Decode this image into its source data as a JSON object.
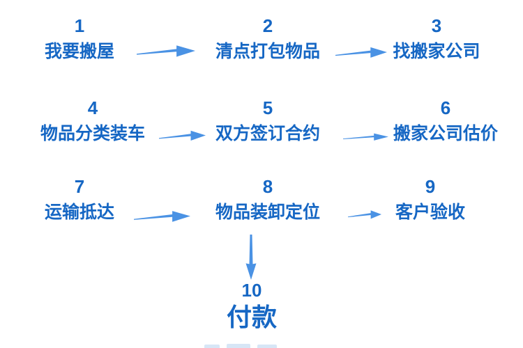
{
  "colors": {
    "background": "#ffffff",
    "text_blue": "#1667C4",
    "arrow_blue": "#4A92E4"
  },
  "flowchart": {
    "title": "",
    "steps": [
      {
        "num": "1",
        "label": "我要搬屋"
      },
      {
        "num": "2",
        "label": "清点打包物品"
      },
      {
        "num": "3",
        "label": "找搬家公司"
      },
      {
        "num": "4",
        "label": "物品分类装车"
      },
      {
        "num": "5",
        "label": "双方签订合约"
      },
      {
        "num": "6",
        "label": "搬家公司估价"
      },
      {
        "num": "7",
        "label": "运输抵达"
      },
      {
        "num": "8",
        "label": "物品装卸定位"
      },
      {
        "num": "9",
        "label": "客户验收"
      },
      {
        "num": "10",
        "label": "付款"
      }
    ],
    "connections": [
      {
        "from": "1",
        "to": "2",
        "direction": "right"
      },
      {
        "from": "2",
        "to": "3",
        "direction": "right"
      },
      {
        "from": "4",
        "to": "5",
        "direction": "right"
      },
      {
        "from": "5",
        "to": "6",
        "direction": "right"
      },
      {
        "from": "7",
        "to": "8",
        "direction": "right"
      },
      {
        "from": "8",
        "to": "9",
        "direction": "right"
      },
      {
        "from": "8",
        "to": "10",
        "direction": "down"
      }
    ]
  }
}
